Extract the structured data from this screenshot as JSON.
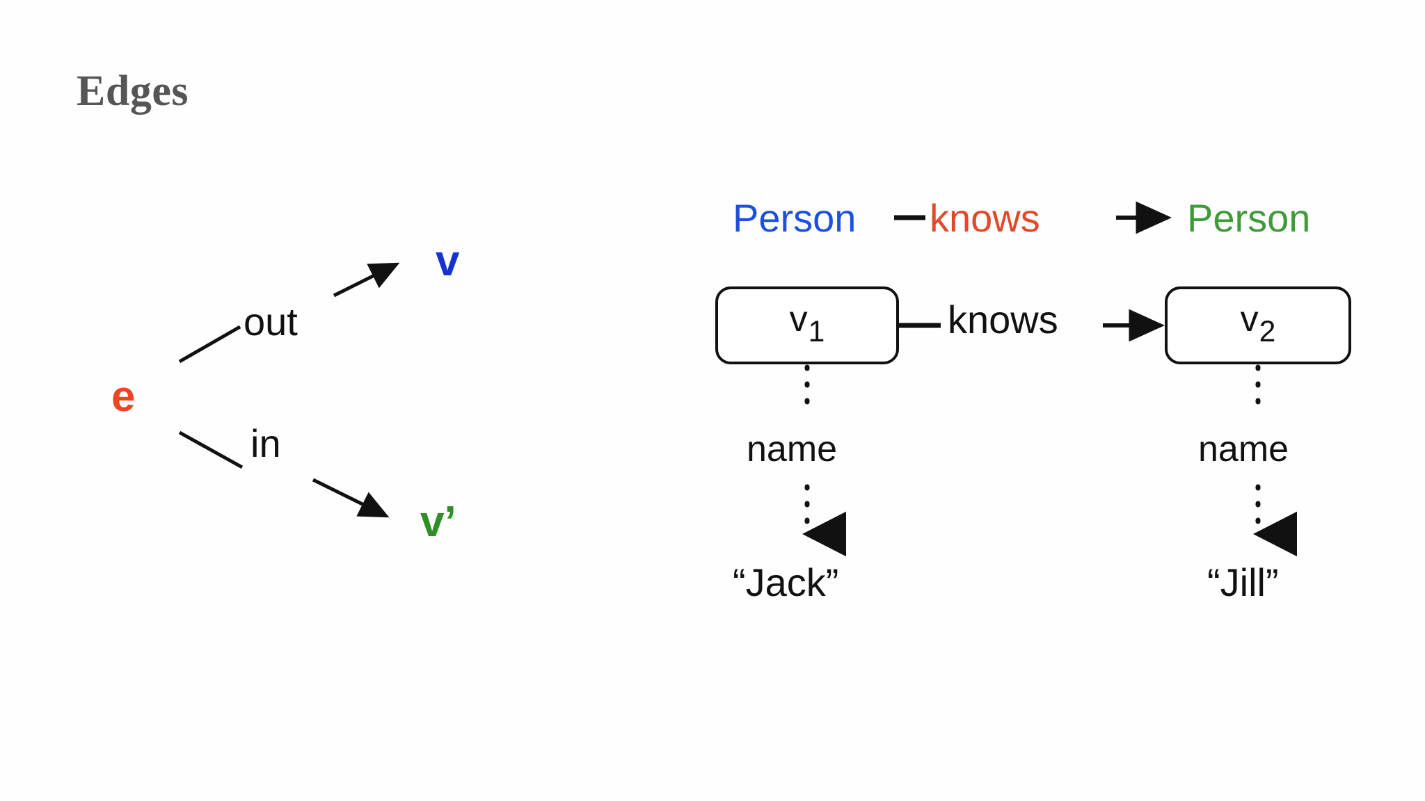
{
  "slide": {
    "title": "Edges",
    "background_color": "#fefefe",
    "title_color": "#565656"
  },
  "left_diagram": {
    "edge_label": "e",
    "edge_color": "#ee4422",
    "out_label": "out",
    "in_label": "in",
    "out_vertex_label": "v",
    "out_vertex_color": "#1733cf",
    "in_vertex_label": "v’",
    "in_vertex_color": "#2f8f24"
  },
  "right_diagram": {
    "schema": {
      "out_type": "Person",
      "out_type_color": "#1f4fe0",
      "edge_label": "knows",
      "edge_label_color": "#e2492b",
      "in_type": "Person",
      "in_type_color": "#3f9a3a"
    },
    "instance": {
      "edge_label": "knows",
      "vertices": [
        {
          "id": "v",
          "subscript": "1",
          "property_key": "name",
          "property_value": "“Jack”"
        },
        {
          "id": "v",
          "subscript": "2",
          "property_key": "name",
          "property_value": "“Jill”"
        }
      ]
    }
  }
}
